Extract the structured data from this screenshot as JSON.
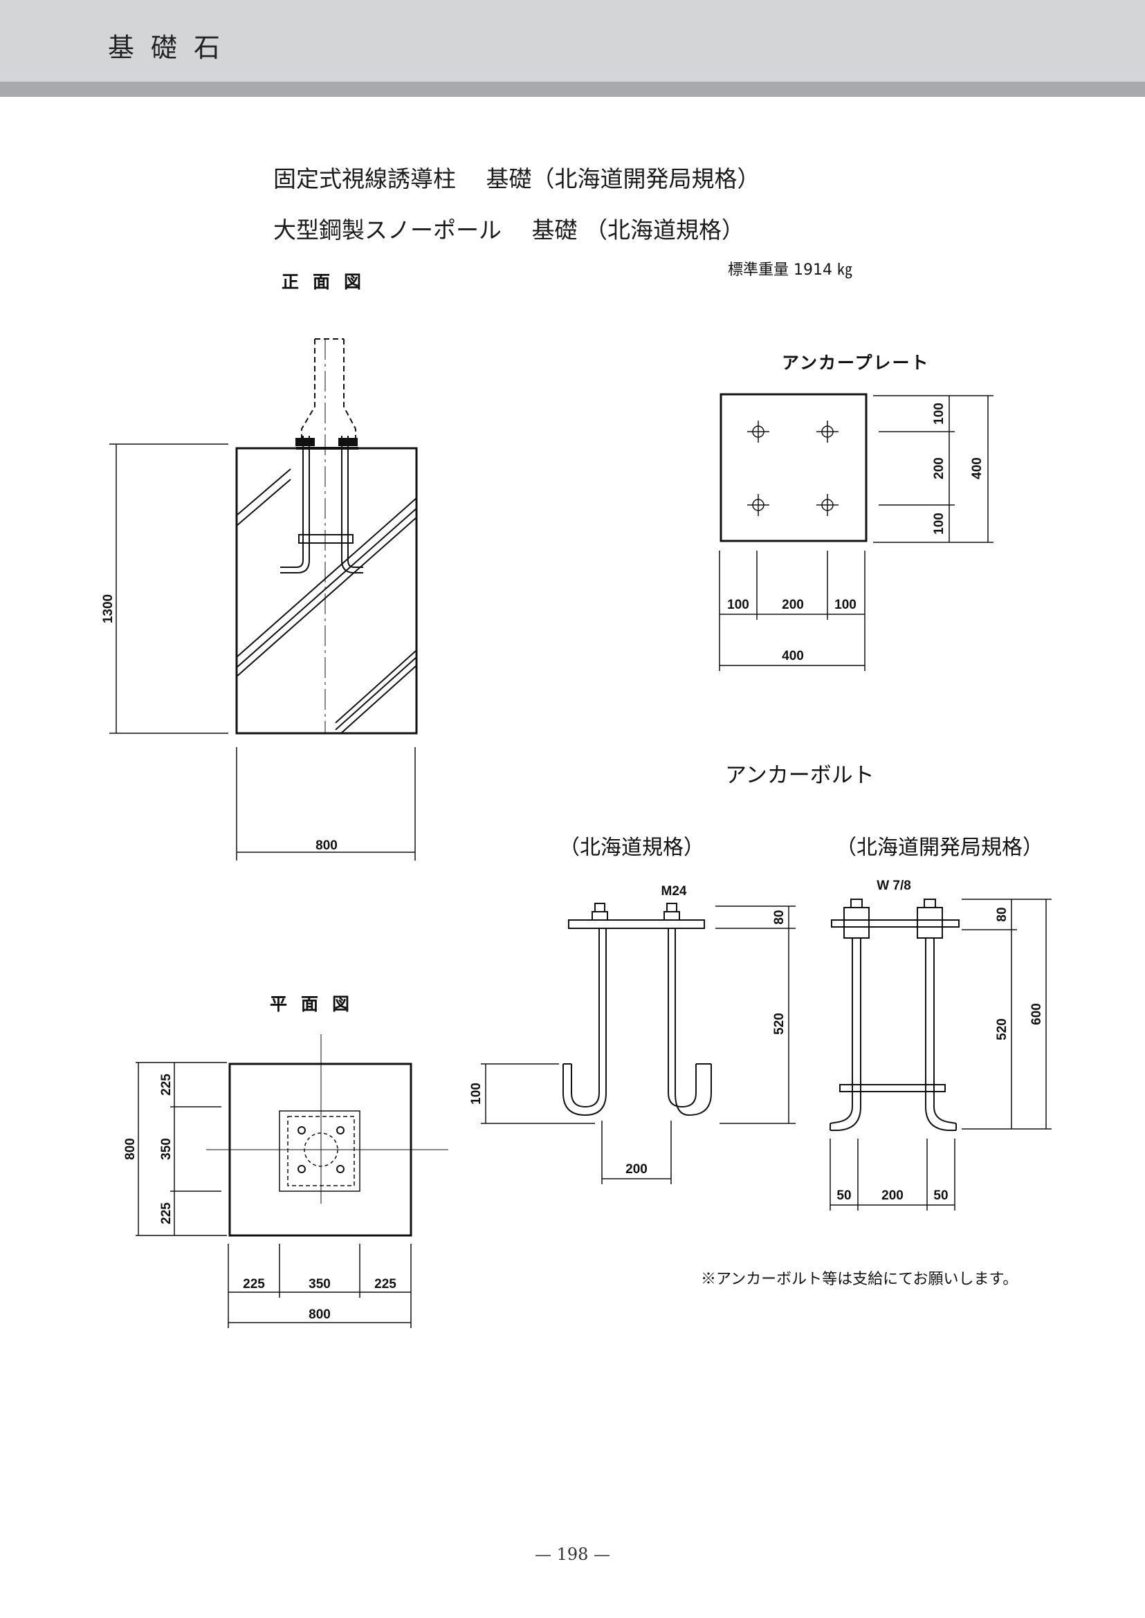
{
  "header": {
    "title": "基礎石"
  },
  "headings": {
    "line1": "固定式視線誘導柱　 基礎（北海道開発局規格）",
    "line2": "大型鋼製スノーポール　 基礎 （北海道規格）"
  },
  "weight_note": "標準重量 1914 ㎏",
  "views": {
    "front": "正面図",
    "plan": "平面図"
  },
  "front_dims": {
    "height": "1300",
    "width": "800"
  },
  "plan_dims": {
    "left_top": "225",
    "left_mid": "350",
    "left_bottom": "225",
    "left_total": "800",
    "bottom_left": "225",
    "bottom_mid": "350",
    "bottom_right": "225",
    "bottom_total": "800"
  },
  "anchor_plate": {
    "label": "アンカープレート",
    "right_top": "100",
    "right_mid": "200",
    "right_bottom": "100",
    "right_total": "400",
    "bottom_left": "100",
    "bottom_mid": "200",
    "bottom_right": "100",
    "bottom_total": "400"
  },
  "anchor_bolt": {
    "title": "アンカーボルト",
    "left": {
      "subtitle": "（北海道規格）",
      "thread": "M24",
      "top": "80",
      "length": "520",
      "hook": "100",
      "spacing": "200"
    },
    "right": {
      "subtitle": "（北海道開発局規格）",
      "thread": "W 7/8",
      "top": "80",
      "length": "520",
      "total": "600",
      "bottom_left": "50",
      "bottom_mid": "200",
      "bottom_right": "50"
    }
  },
  "note": "※アンカーボルト等は支給にてお願いします。",
  "page_number": "— 198 —"
}
